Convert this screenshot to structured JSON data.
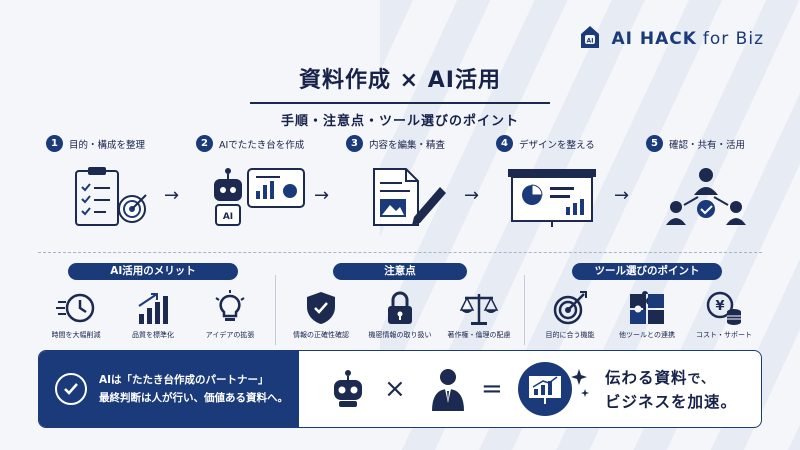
{
  "brand": {
    "name": "AI HACK",
    "suffix": "for Biz",
    "icon_letters": "AI"
  },
  "header": {
    "title": "資料作成 × AI活用",
    "subtitle": "手順・注意点・ツール選びのポイント"
  },
  "steps": [
    {
      "num": "1",
      "label": "目的・構成を整理",
      "icon": "checklist-target-icon"
    },
    {
      "num": "2",
      "label": "AIでたたき台を作成",
      "icon": "ai-robot-slide-icon",
      "robot_text": "AI"
    },
    {
      "num": "3",
      "label": "内容を編集・精査",
      "icon": "document-edit-icon"
    },
    {
      "num": "4",
      "label": "デザインを整える",
      "icon": "presentation-chart-icon"
    },
    {
      "num": "5",
      "label": "確認・共有・活用",
      "icon": "team-share-icon"
    }
  ],
  "groups": [
    {
      "title": "AI活用のメリット",
      "items": [
        {
          "label": "時間を大幅削減",
          "icon": "fast-clock-icon"
        },
        {
          "label": "品質を標準化",
          "icon": "growth-bars-icon"
        },
        {
          "label": "アイデアの拡張",
          "icon": "lightbulb-icon"
        }
      ]
    },
    {
      "title": "注意点",
      "items": [
        {
          "label": "情報の正確性確認",
          "icon": "shield-check-icon"
        },
        {
          "label": "機密情報の取り扱い",
          "icon": "lock-icon"
        },
        {
          "label": "著作権・倫理の配慮",
          "icon": "scales-icon"
        }
      ]
    },
    {
      "title": "ツール選びのポイント",
      "items": [
        {
          "label": "目的に合う機能",
          "icon": "target-icon"
        },
        {
          "label": "他ツールとの連携",
          "icon": "puzzle-icon"
        },
        {
          "label": "コスト・サポート",
          "icon": "yen-coins-icon"
        }
      ]
    }
  ],
  "bottom": {
    "line1": "AIは「たたき台作成のパートナー」",
    "line2": "最終判断は人が行い、価値ある資料へ。",
    "cross": "×",
    "equals": "=",
    "slogan_line1_big": "伝わる資料",
    "slogan_line1_small": "で、",
    "slogan_line2": "ビジネスを加速。"
  },
  "colors": {
    "navy": "#1b3a7a",
    "dark": "#17224a",
    "background": "#f4f6fa"
  }
}
